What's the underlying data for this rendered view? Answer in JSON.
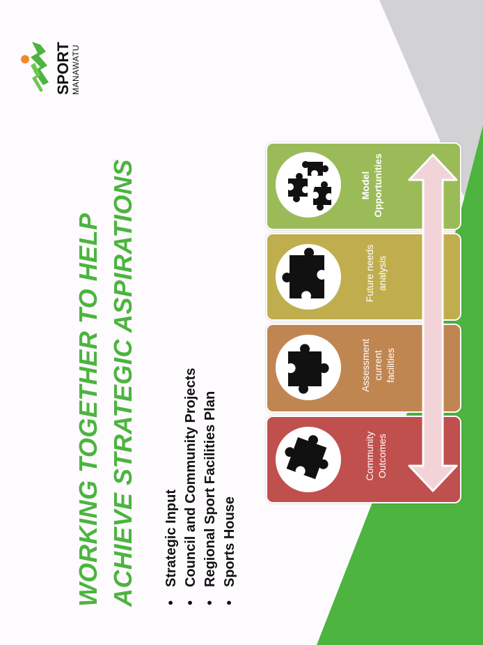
{
  "slide": {
    "title_lines": [
      "WORKING TOGETHER TO HELP",
      "ACHIEVE STRATEGIC ASPIRATIONS"
    ],
    "bullets": [
      "Strategic Input",
      "Council and Community Projects",
      "Regional Sport Facilities Plan",
      "Sports House"
    ]
  },
  "logo": {
    "word": "SPORT",
    "sub": "MANAWATU"
  },
  "cards": [
    {
      "label_lines": [
        "Model",
        "Opportunities"
      ],
      "color": "#9bbb59",
      "icon": "puzzle-pieces-icon"
    },
    {
      "label_lines": [
        "Future needs",
        "analysis"
      ],
      "color": "#c0ae4e",
      "icon": "puzzle-piece-icon"
    },
    {
      "label_lines": [
        "Assessment",
        "current",
        "facilities"
      ],
      "color": "#c08652",
      "icon": "puzzle-piece-icon"
    },
    {
      "label_lines": [
        "Community",
        "Outcomes"
      ],
      "color": "#c0504d",
      "icon": "puzzle-piece-icon"
    }
  ],
  "colors": {
    "green": "#4cb43f",
    "grey": "#d2d2d4",
    "arrow": "#f2d4d8"
  }
}
